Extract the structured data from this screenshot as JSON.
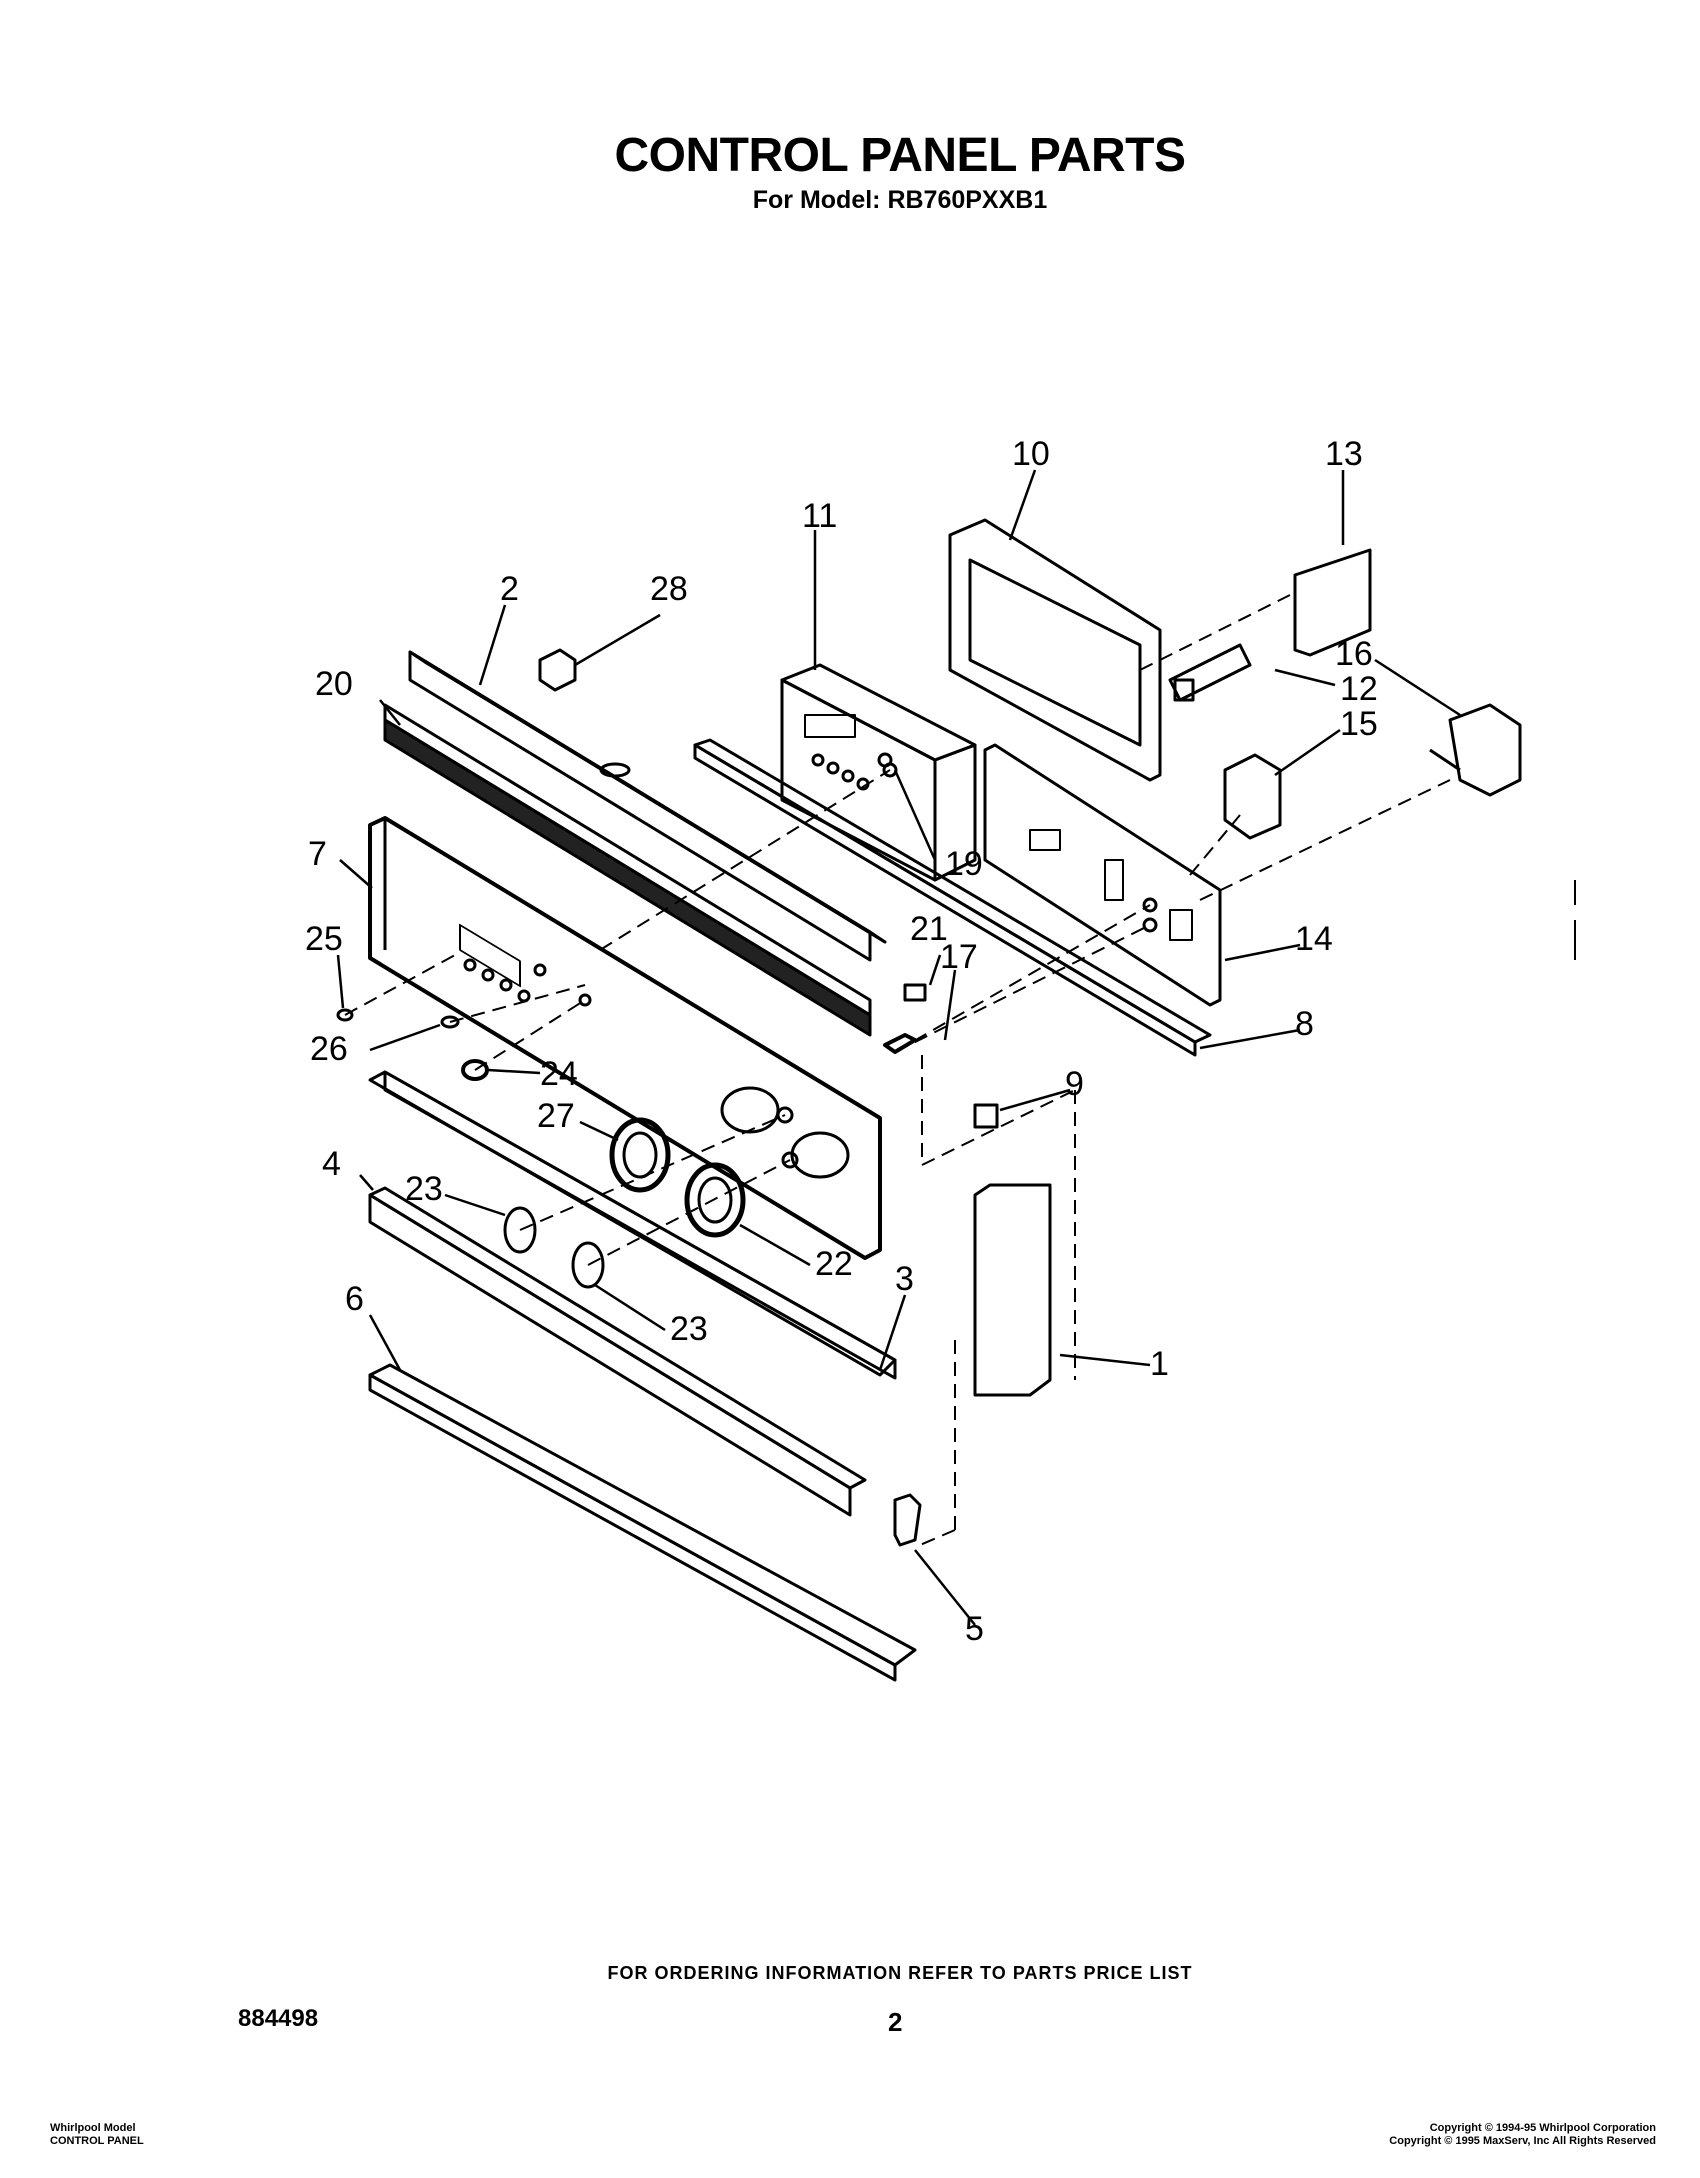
{
  "header": {
    "title": "CONTROL PANEL PARTS",
    "subtitle": "For Model: RB760PXXB1"
  },
  "callouts": [
    "1",
    "2",
    "3",
    "4",
    "5",
    "6",
    "7",
    "8",
    "9",
    "10",
    "11",
    "12",
    "13",
    "14",
    "15",
    "16",
    "17",
    "19",
    "20",
    "21",
    "22",
    "23",
    "23",
    "24",
    "25",
    "26",
    "27",
    "28"
  ],
  "footer": {
    "ordering_note": "FOR ORDERING INFORMATION REFER TO PARTS PRICE LIST",
    "doc_number": "884498",
    "page_number": "2",
    "bottom_left": [
      "Whirlpool Model",
      "CONTROL PANEL"
    ],
    "bottom_right": [
      "Copyright © 1994-95 Whirlpool Corporation",
      "Copyright © 1995 MaxServ, Inc    All Rights Reserved"
    ]
  }
}
